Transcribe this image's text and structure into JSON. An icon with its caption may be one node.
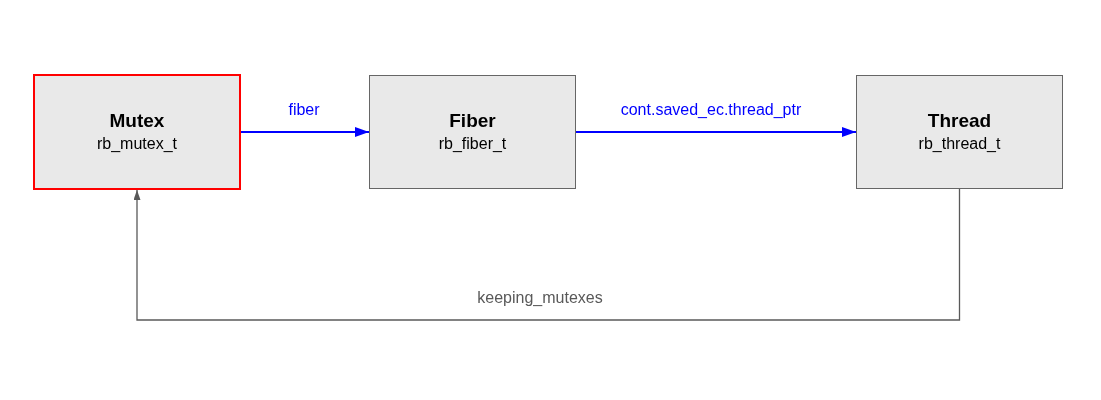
{
  "diagram": {
    "nodes": [
      {
        "text": [
          "Mutex",
          "rb_mutex_t"
        ]
      },
      {
        "text": [
          "Fiber",
          "rb_fiber_t"
        ]
      },
      {
        "text": [
          "Thread",
          "rb_thread_t"
        ]
      }
    ],
    "edges": [
      {
        "from": 0,
        "to": 1,
        "arrow": "to",
        "label": "fiber"
      },
      {
        "from": 1,
        "to": 2,
        "arrow": "to",
        "label": "cont.saved_ec.thread_ptr"
      },
      {
        "from": 2,
        "to": 0,
        "arrow": "to",
        "label": "keeping_mutexes",
        "color": "#595959"
      }
    ]
  }
}
